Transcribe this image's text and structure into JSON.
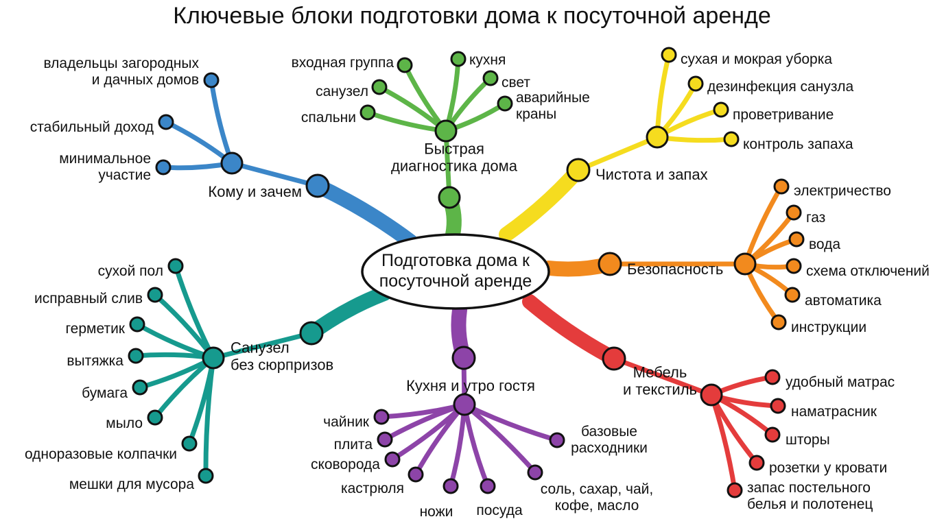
{
  "title": "Ключевые блоки подготовки дома к посуточной аренде",
  "center": {
    "lines": [
      "Подготовка дома к",
      "посуточной аренде"
    ]
  },
  "branches": [
    {
      "key": "audience",
      "color": "#3b86c8",
      "label": [
        "Кому и зачем"
      ],
      "children": [
        {
          "lines": [
            "владельцы загородных",
            "и дачных домов"
          ]
        },
        {
          "lines": [
            "стабильный доход"
          ]
        },
        {
          "lines": [
            "минимальное",
            "участие"
          ]
        }
      ]
    },
    {
      "key": "diagnostics",
      "color": "#5db548",
      "label": [
        "Быстрая",
        "диагностика дома"
      ],
      "children": [
        {
          "lines": [
            "входная группа"
          ]
        },
        {
          "lines": [
            "санузел"
          ]
        },
        {
          "lines": [
            "спальни"
          ]
        },
        {
          "lines": [
            "кухня"
          ]
        },
        {
          "lines": [
            "свет"
          ]
        },
        {
          "lines": [
            "аварийные",
            "краны"
          ]
        }
      ]
    },
    {
      "key": "cleanliness",
      "color": "#f5dc1f",
      "label": [
        "Чистота и запах"
      ],
      "children": [
        {
          "lines": [
            "сухая и мокрая уборка"
          ]
        },
        {
          "lines": [
            "дезинфекция санузла"
          ]
        },
        {
          "lines": [
            "проветривание"
          ]
        },
        {
          "lines": [
            "контроль запаха"
          ]
        }
      ]
    },
    {
      "key": "safety",
      "color": "#f28a1e",
      "label": [
        "Безопасность"
      ],
      "children": [
        {
          "lines": [
            "электричество"
          ]
        },
        {
          "lines": [
            "газ"
          ]
        },
        {
          "lines": [
            "вода"
          ]
        },
        {
          "lines": [
            "схема отключений"
          ]
        },
        {
          "lines": [
            "автоматика"
          ]
        },
        {
          "lines": [
            "инструкции"
          ]
        }
      ]
    },
    {
      "key": "furniture",
      "color": "#e43c3c",
      "label": [
        "Мебель",
        "и текстиль"
      ],
      "children": [
        {
          "lines": [
            "удобный матрас"
          ]
        },
        {
          "lines": [
            "наматрасник"
          ]
        },
        {
          "lines": [
            "шторы"
          ]
        },
        {
          "lines": [
            "розетки у кровати"
          ]
        },
        {
          "lines": [
            "запас постельного",
            "белья и полотенец"
          ]
        }
      ]
    },
    {
      "key": "kitchen",
      "color": "#8d44a8",
      "label": [
        "Кухня и утро гостя"
      ],
      "children": [
        {
          "lines": [
            "чайник"
          ]
        },
        {
          "lines": [
            "плита"
          ]
        },
        {
          "lines": [
            "сковорода"
          ]
        },
        {
          "lines": [
            "кастрюля"
          ]
        },
        {
          "lines": [
            "ножи"
          ]
        },
        {
          "lines": [
            "посуда"
          ]
        },
        {
          "lines": [
            "соль, сахар, чай,",
            "кофе, масло"
          ]
        },
        {
          "lines": [
            "базовые",
            "расходники"
          ]
        }
      ]
    },
    {
      "key": "bathroom",
      "color": "#169a8e",
      "label": [
        "Санузел",
        "без сюрпризов"
      ],
      "children": [
        {
          "lines": [
            "сухой пол"
          ]
        },
        {
          "lines": [
            "исправный слив"
          ]
        },
        {
          "lines": [
            "герметик"
          ]
        },
        {
          "lines": [
            "вытяжка"
          ]
        },
        {
          "lines": [
            "бумага"
          ]
        },
        {
          "lines": [
            "мыло"
          ]
        },
        {
          "lines": [
            "одноразовые колпачки"
          ]
        },
        {
          "lines": [
            "мешки для мусора"
          ]
        }
      ]
    }
  ]
}
